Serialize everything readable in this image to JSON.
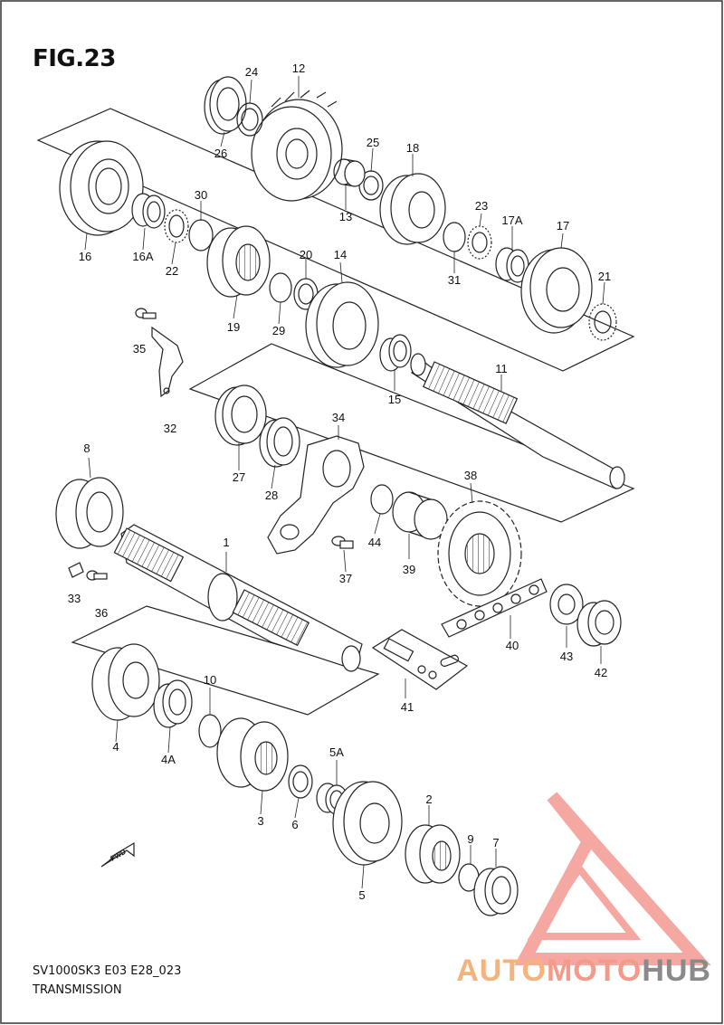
{
  "title": "FIG.23",
  "footer": {
    "code": "SV1000SK3 E03 E28_023",
    "name": "TRANSMISSION"
  },
  "badge": "FWD",
  "watermark": {
    "part1": "AUTO",
    "part2": "MOTO",
    "part3": "HUB",
    "colors": {
      "auto": "#f4b27c",
      "moto": "#f39a8a",
      "hub": "#8a8a8a",
      "triangle": "#f28b82"
    }
  },
  "callouts": [
    "24",
    "12",
    "26",
    "25",
    "18",
    "13",
    "30",
    "23",
    "17A",
    "17",
    "16",
    "16A",
    "22",
    "20",
    "14",
    "31",
    "21",
    "19",
    "29",
    "35",
    "11",
    "15",
    "32",
    "34",
    "27",
    "28",
    "8",
    "38",
    "44",
    "1",
    "37",
    "39",
    "33",
    "36",
    "40",
    "43",
    "42",
    "10",
    "41",
    "4",
    "4A",
    "5A",
    "2",
    "3",
    "6",
    "9",
    "7",
    "5"
  ]
}
